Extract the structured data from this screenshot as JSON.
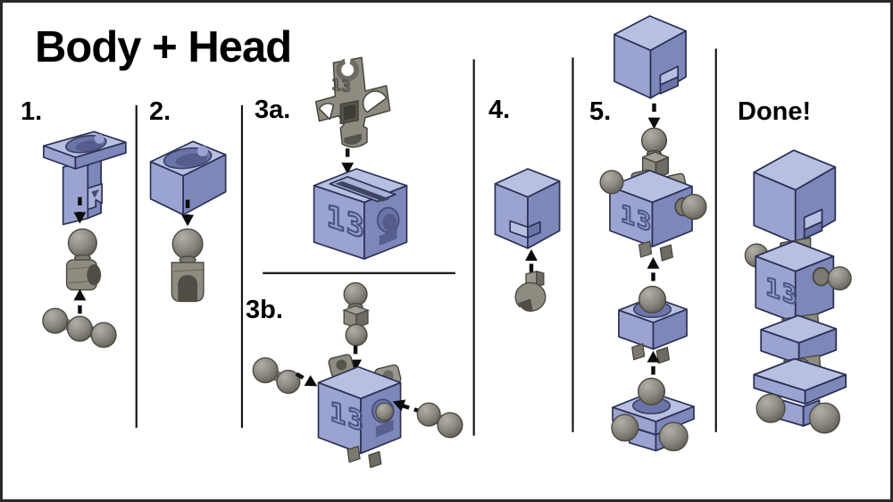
{
  "title": "Body + Head",
  "done_label": "Done!",
  "emboss": "13",
  "steps": [
    {
      "label": "1.",
      "parts": [
        "mount-plate-block",
        "ball-socket-joint",
        "triple-ball-link"
      ]
    },
    {
      "label": "2.",
      "parts": [
        "socket-block",
        "ball-clip-joint"
      ]
    },
    {
      "label": "3a.",
      "parts": [
        "skeleton-insert",
        "torso-block"
      ]
    },
    {
      "label": "3b.",
      "parts": [
        "neck-ball-joint",
        "arm-ball-left",
        "torso-assembly",
        "arm-ball-right"
      ]
    },
    {
      "label": "4.",
      "parts": [
        "head-block",
        "neck-clip"
      ]
    },
    {
      "label": "5.",
      "parts": [
        "head-block",
        "upper-body-assembly",
        "waist-block",
        "hip-block"
      ]
    }
  ],
  "done_part": "assembled-figure",
  "colors": {
    "block_top": "#b8c0e2",
    "block_front": "#9ba4d1",
    "block_side": "#7e87ba",
    "block_recess": "#6b74a8",
    "joint_gray": "#8e8c81",
    "outline": "#2b3054",
    "text": "#000000",
    "background": "#ffffff"
  }
}
